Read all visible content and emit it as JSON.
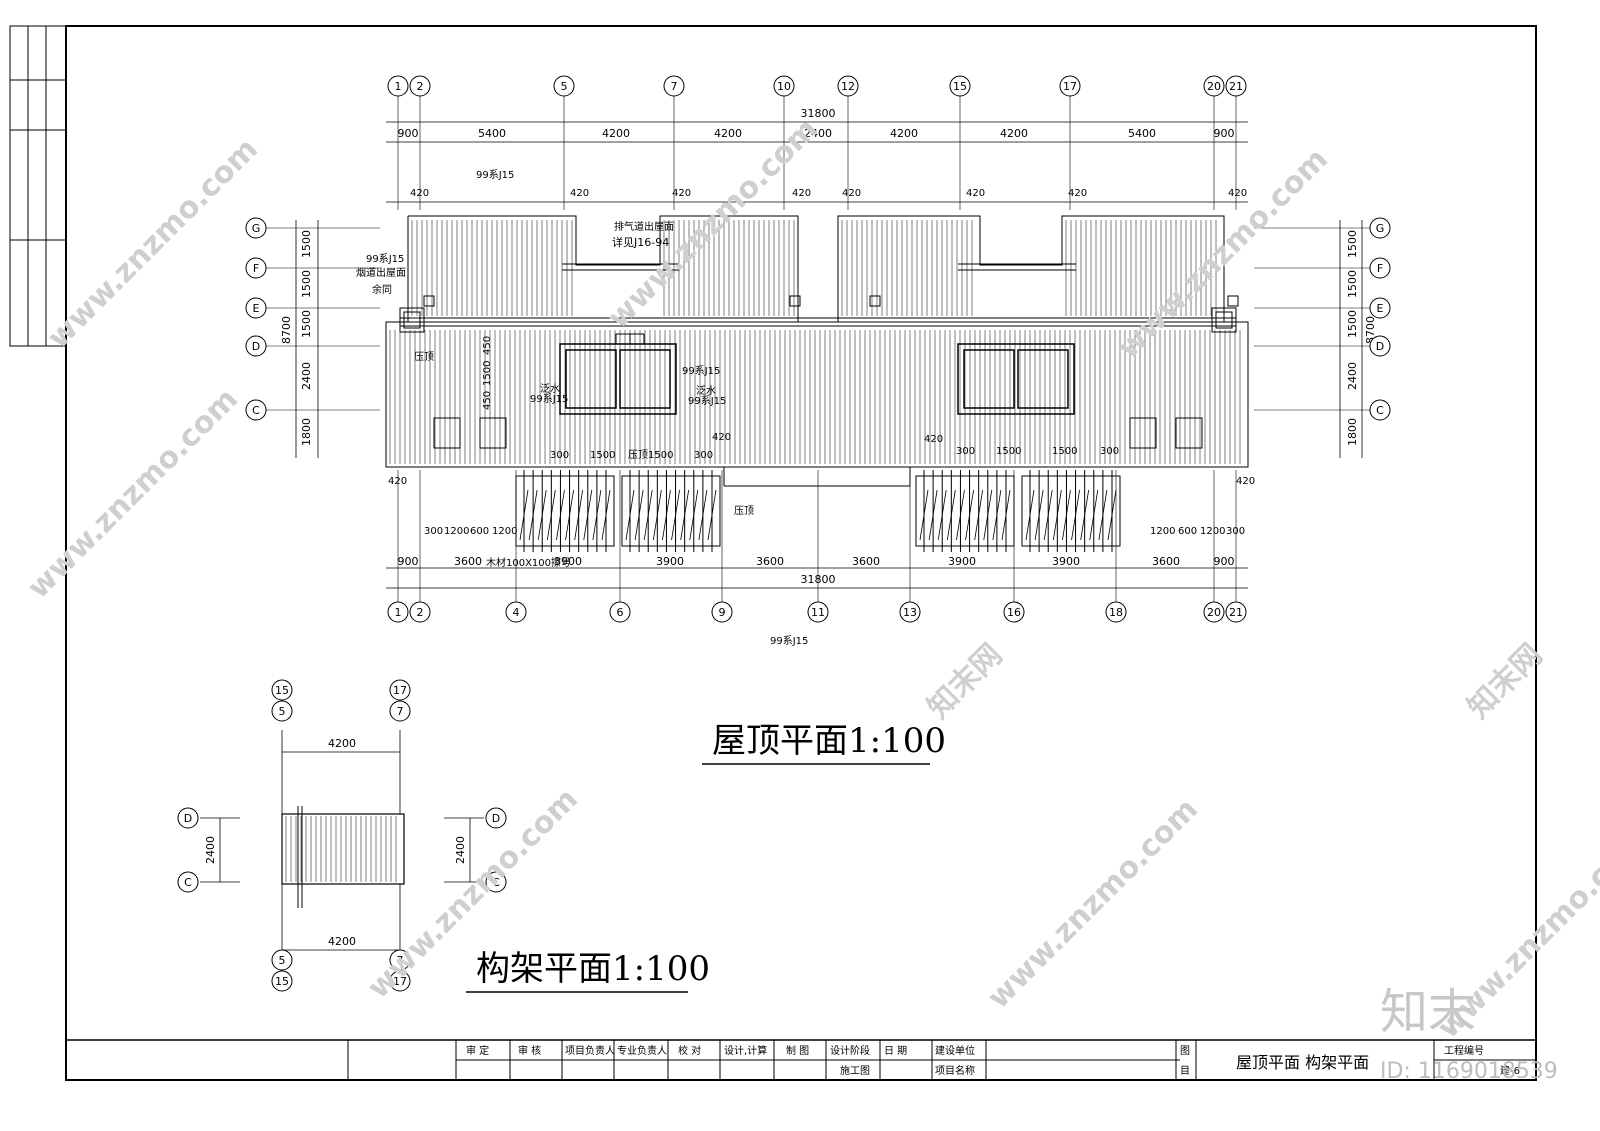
{
  "drawing": {
    "roof_plan": {
      "title": "屋顶平面1:100",
      "top_axes": [
        "1",
        "2",
        "5",
        "7",
        "10",
        "12",
        "15",
        "17",
        "20",
        "21"
      ],
      "bottom_axes": [
        "1",
        "2",
        "4",
        "6",
        "9",
        "11",
        "13",
        "16",
        "18",
        "20",
        "21"
      ],
      "row_axes": [
        "G",
        "F",
        "E",
        "D",
        "C"
      ],
      "overall_dim": "31800",
      "top_dims": [
        "900",
        "5400",
        "4200",
        "4200",
        "2400",
        "4200",
        "4200",
        "5400",
        "900"
      ],
      "bottom_dims": [
        "900",
        "3600",
        "3900",
        "3900",
        "3600",
        "3600",
        "3900",
        "3900",
        "3600",
        "900"
      ],
      "vertical_dims": [
        "1500",
        "1500",
        "1500",
        "2400",
        "1800"
      ],
      "vertical_total": "8700",
      "dim_420": "420",
      "dim_450": "450",
      "dim_300": "300",
      "dim_1500": "1500",
      "dim_1200": "1200",
      "dim_600": "600",
      "note_ref": "99系J15",
      "note_vent_title": "排气道出屋面",
      "note_vent_ref": "详见J16-94",
      "note_chimney": "烟道出屋面",
      "note_same": "余同",
      "note_slope": "泛水",
      "note_pressure": "压顶",
      "note_beam": "木材100X100擦号"
    },
    "frame_plan": {
      "title": "构架平面1:100",
      "top_axes_a": [
        "15",
        "17"
      ],
      "top_axes_b": [
        "5",
        "7"
      ],
      "bottom_axes_a": [
        "5",
        "7"
      ],
      "bottom_axes_b": [
        "15",
        "17"
      ],
      "row_axes": [
        "D",
        "C"
      ],
      "width_dim": "4200",
      "depth_dim": "2400"
    }
  },
  "title_block": {
    "approve": "审 定",
    "review": "审 核",
    "project_lead": "项目负责人",
    "discipline_lead": "专业负责人",
    "check": "校 对",
    "design": "设计,计算",
    "draw": "制 图",
    "stage": "设计阶段",
    "stage_value": "施工图",
    "date": "日 期",
    "client": "建设单位",
    "project_name": "项目名称",
    "drawing_label_1": "图",
    "drawing_label_2": "目",
    "drawing_name": "屋顶平面 构架平面",
    "project_no": "工程编号",
    "sheet_no": "建-6"
  },
  "watermark": {
    "site": "www.znzmo.com",
    "brand": "知末网",
    "logo": "知末",
    "id": "ID: 1169018539"
  }
}
